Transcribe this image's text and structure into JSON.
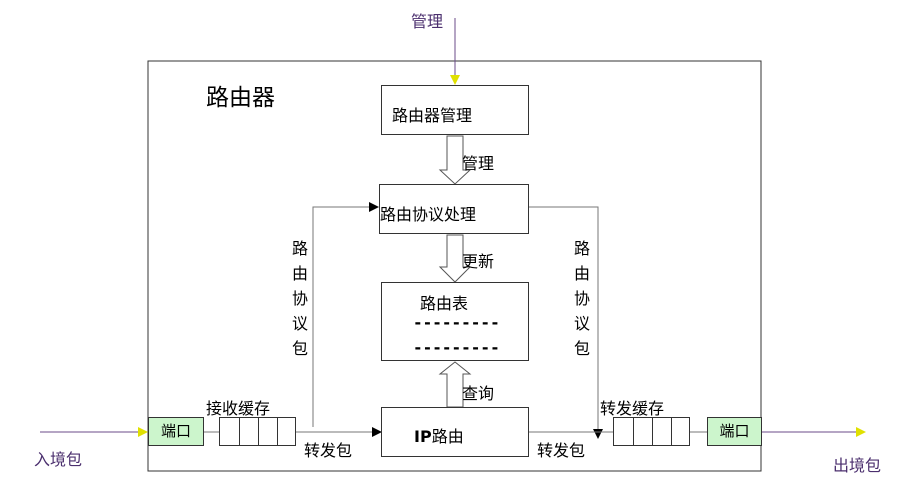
{
  "top_label": "管理",
  "router": {
    "title": "路由器",
    "management_box": "路由器管理",
    "management_arrow_label": "管理",
    "protocol_box": "路由协议处理",
    "update_label": "更新",
    "table_box": "路由表",
    "table_dash_line_1": "---------",
    "table_dash_line_2": "---------",
    "query_label": "查询",
    "ip_box_prefix": "IP",
    "ip_box_suffix": "路由",
    "left_protocol_packet": [
      "路",
      "由",
      "协",
      "议",
      "包"
    ],
    "right_protocol_packet": [
      "路",
      "由",
      "协",
      "议",
      "包"
    ],
    "receive_buffer": "接收缓存",
    "forward_buffer": "转发缓存",
    "left_forward_packet": "转发包",
    "right_forward_packet": "转发包",
    "left_port": "端口",
    "right_port": "端口"
  },
  "inbound_packet": "入境包",
  "outbound_packet": "出境包",
  "colors": {
    "port_fill": "#ccf5cc",
    "in_out_arrow": "#e0e000",
    "purple_line": "#6b4b8a",
    "text_purple": "#4b2f6e"
  }
}
